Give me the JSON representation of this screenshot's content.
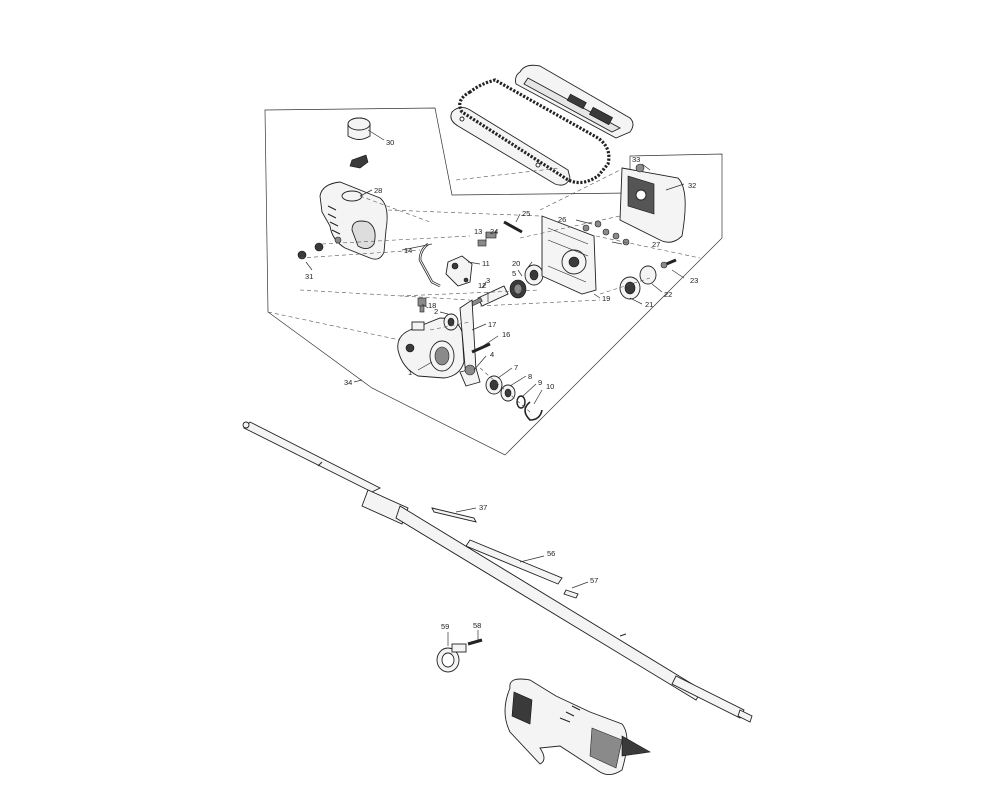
{
  "diagram": {
    "callouts": {
      "c1": "1",
      "c2": "2",
      "c3": "3",
      "c4": "4",
      "c5": "5",
      "c7": "7",
      "c8": "8",
      "c9": "9",
      "c10": "10",
      "c11": "11",
      "c12": "12",
      "c13": "13",
      "c14": "14",
      "c16": "16",
      "c17": "17",
      "c18": "18",
      "c19": "19",
      "c20": "20",
      "c21": "21",
      "c22": "22",
      "c23": "23",
      "c24": "24",
      "c25": "25",
      "c26": "26",
      "c27": "27",
      "c28": "28",
      "c30": "30",
      "c31": "31",
      "c32": "32",
      "c33": "33",
      "c34": "34",
      "c37": "37",
      "c56": "56",
      "c57": "57",
      "c58": "58",
      "c59": "59"
    }
  }
}
